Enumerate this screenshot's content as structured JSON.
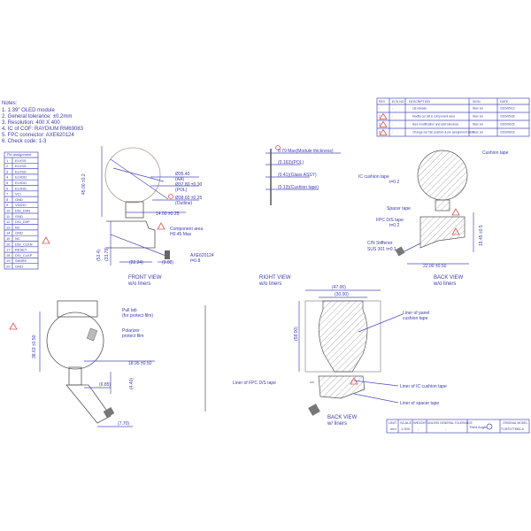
{
  "notes": {
    "title": "Notes:",
    "lines": [
      "1. 1.39\" OLED module",
      "2. General tolerance: ±0.2mm",
      "3. Resolution: 400 X 400",
      "4. IC of COF: RAYDIUM RM69083",
      "5. FPC connector:  AXE620124",
      "6. Check code: 1-3"
    ]
  },
  "pin_table": {
    "header": "Pin assignment",
    "pins": [
      [
        "1",
        "ELVSS"
      ],
      [
        "2",
        "ELVSS"
      ],
      [
        "3",
        "ELVSS"
      ],
      [
        "4",
        "ELVDD"
      ],
      [
        "5",
        "ELVDD"
      ],
      [
        "6",
        "ELVDD"
      ],
      [
        "7",
        "VCI"
      ],
      [
        "8",
        "GND"
      ],
      [
        "9",
        "VDDIO"
      ],
      [
        "10",
        "DSI_D0N"
      ],
      [
        "11",
        "GND"
      ],
      [
        "12",
        "DSI_D0P"
      ],
      [
        "13",
        "NC"
      ],
      [
        "14",
        "GND"
      ],
      [
        "15",
        "NC"
      ],
      [
        "16",
        "DSI_CLKN"
      ],
      [
        "17",
        "RESET"
      ],
      [
        "18",
        "DSI_CLKP"
      ],
      [
        "19",
        "SWIRE"
      ],
      [
        "20",
        "GND"
      ]
    ]
  },
  "revision_table": {
    "headers": [
      "REV",
      "ECN NO",
      "DESCRIPTION",
      "SIGN",
      "DATE"
    ],
    "rows": [
      [
        "-",
        "-",
        "1st release",
        "Nian Lin",
        "2015/05/13"
      ],
      [
        "1",
        "-",
        "Modify cut slit & component area",
        "Nian Lin",
        "2015/05/28"
      ],
      [
        "2",
        "-",
        "Size modification and add tolerance",
        "Nian Lin",
        "2015/06/29"
      ],
      [
        "3",
        "-",
        "Change out Tab position & pin assignment table",
        "Nian Lin",
        "2015/08/18"
      ]
    ]
  },
  "front_view": {
    "title": "FRONT VIEW",
    "subtitle": "w/o liners",
    "dims": [
      "Ø35.40",
      "(AA)",
      "Ø37.80 ±0.30",
      "(POL)",
      "Ø38.60 ±0.25",
      "(Outline)",
      "14.00 ±0.25",
      "(22.24)",
      "(3.08)",
      "45.00 ±0.2",
      "(33.79)",
      "(53.4)"
    ],
    "component_area": [
      "Component area",
      "H0.45 Max"
    ],
    "connector": [
      "AXE620124",
      "t=0.8"
    ]
  },
  "right_view": {
    "title": "RIGHT VIEW",
    "subtitle": "w/o liners",
    "dims": [
      "0.79 Max(Module thickness)",
      "(0.163)(POL)",
      "(0.41)(Glass ASSY)",
      "(0.13)(Cushion tape)"
    ]
  },
  "back_view_top": {
    "title": "BACK VIEW",
    "subtitle": "w/o liners",
    "labels": [
      "Cushion tape",
      "IC cushion tape",
      "t=0.2",
      "Spacer tape",
      "FPC D/S tape",
      "t=0.2",
      "C/N Stiffener",
      "SUS 301  t=0.1"
    ],
    "dims": [
      "22.00 ±0.50",
      "19.45 ±0.5"
    ]
  },
  "bottom_left_view": {
    "labels": [
      "Pull tab",
      "(for protect film)",
      "Polarizer",
      "protect film"
    ],
    "dims": [
      "38.63 ±0.50",
      "18.95 ±0.50",
      "(6.85)",
      "(4.40)",
      "(7.70)"
    ]
  },
  "back_view_bottom": {
    "title": "BACK VIEW",
    "subtitle": "w/ liners",
    "labels": [
      "Liner of panel",
      "cushion tape",
      "Liner of FPC D/S tape",
      "Liner of IC cushion tape",
      "Liner of spacer tape"
    ],
    "dims": [
      "(47.00)",
      "(30.00)",
      "(58.00)"
    ]
  },
  "title_block": {
    "cells": [
      "UNIT",
      "mm",
      "SCALE",
      "1.000",
      "WEIGHT",
      "-",
      "UNLESS GENERAL TOLERANCE",
      "-",
      "Third Angle",
      "ORIGINAL MODEL",
      "T139TD7TMB1-A"
    ]
  },
  "colors": {
    "line": "#4a4ac0",
    "warning": "#e05050"
  }
}
